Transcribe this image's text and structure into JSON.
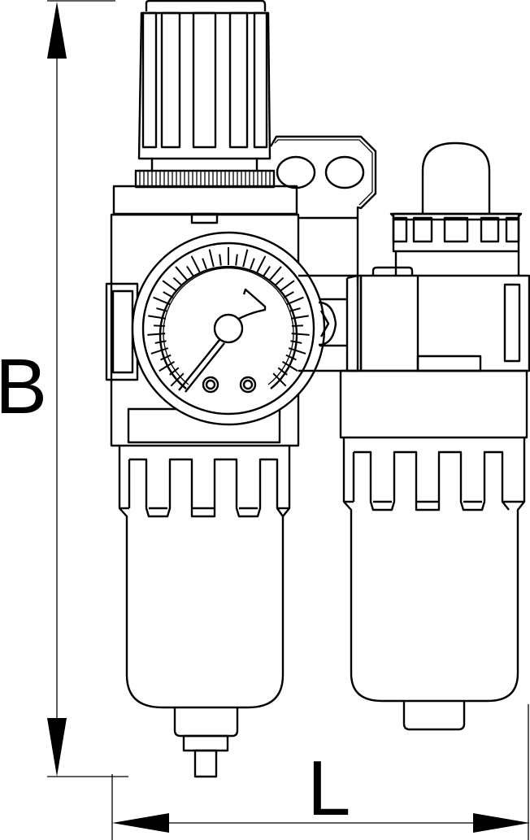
{
  "drawing": {
    "subject": "air filter regulator with pressure gauge and lubricator (FRL unit)",
    "line_color": "#000000",
    "background": "#ffffff"
  },
  "dimensions": {
    "height": {
      "label": "B",
      "orientation": "vertical"
    },
    "length": {
      "label": "L",
      "orientation": "horizontal"
    }
  },
  "components": [
    {
      "name": "regulator-knob"
    },
    {
      "name": "pressure-gauge",
      "ticks": 40
    },
    {
      "name": "mounting-bracket"
    },
    {
      "name": "filter-bowl"
    },
    {
      "name": "drain-valve"
    },
    {
      "name": "lubricator-sight-dome"
    },
    {
      "name": "lubricator-bowl"
    }
  ]
}
